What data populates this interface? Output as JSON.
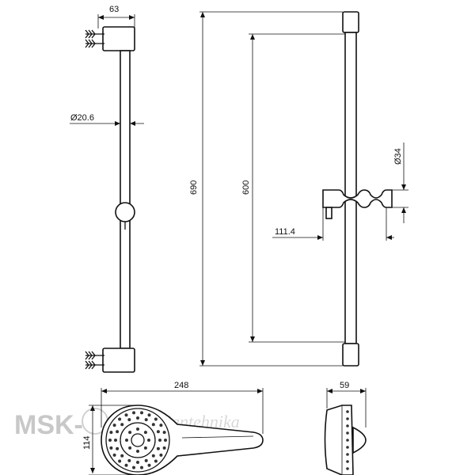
{
  "dimensions": {
    "bracket_width": "63",
    "bar_diameter": "Ø20.6",
    "total_height": "690",
    "mount_spacing": "600",
    "holder_diameter": "Ø34",
    "holder_offset": "111.4",
    "head_length": "248",
    "head_width": "114",
    "head_depth": "59"
  },
  "watermark": {
    "brand": "MSK-",
    "site": "Santehnika"
  },
  "colors": {
    "line": "#111111",
    "watermark": "#c8c8c8"
  }
}
